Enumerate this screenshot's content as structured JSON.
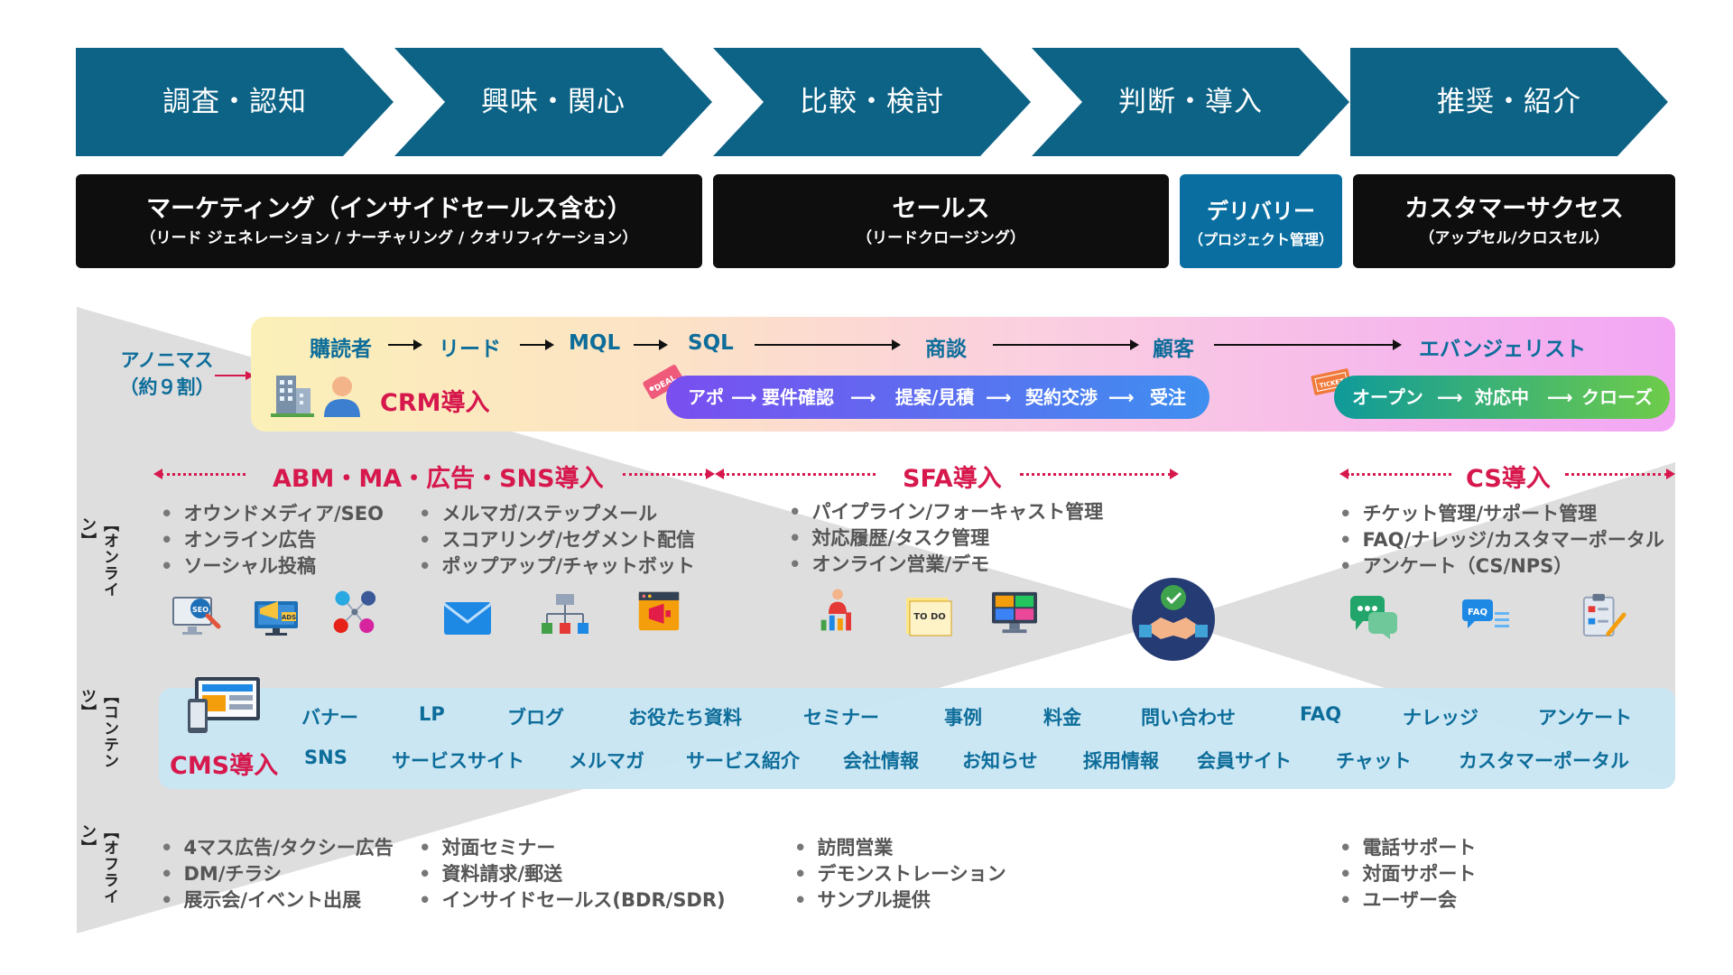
{
  "stages": [
    "調査・認知",
    "興味・関心",
    "比較・検討",
    "判断・導入",
    "推奨・紹介"
  ],
  "phases": [
    {
      "title": "マーケティング（インサイドセールス含む）",
      "sub": "（リード ジェネレーション / ナーチャリング / クオリフィケーション）"
    },
    {
      "title": "セールス",
      "sub": "（リードクロージング）"
    },
    {
      "title": "デリバリー",
      "sub": "（プロジェクト管理）"
    },
    {
      "title": "カスタマーサクセス",
      "sub": "（アップセル/クロスセル）"
    }
  ],
  "anonymous": {
    "line1": "アノニマス",
    "line2": "（約９割）"
  },
  "crm": {
    "title": "CRM導入",
    "flow": [
      "購読者",
      "リード",
      "MQL",
      "SQL",
      "商談",
      "顧客",
      "エバンジェリスト"
    ],
    "deal_tag": "DEAL",
    "ticket_tag": "TICKET",
    "sales_steps": [
      "アポ",
      "要件確認",
      "提案/見積",
      "契約交渉",
      "受注"
    ],
    "cs_steps": [
      "オープン",
      "対応中",
      "クローズ"
    ]
  },
  "sections": {
    "abm": "ABM・MA・広告・SNS導入",
    "sfa": "SFA導入",
    "cs": "CS導入"
  },
  "side_labels": {
    "online": "【オンライン】",
    "contents": "【コンテンツ】",
    "offline": "【オフライン】"
  },
  "online": {
    "col1": [
      "オウンドメディア/SEO",
      "オンライン広告",
      "ソーシャル投稿"
    ],
    "col2": [
      "メルマガ/ステップメール",
      "スコアリング/セグメント配信",
      "ポップアップ/チャットボット"
    ],
    "col3": [
      "パイプライン/フォーキャスト管理",
      "対応履歴/タスク管理",
      "オンライン営業/デモ"
    ],
    "col4": [
      "チケット管理/サポート管理",
      "FAQ/ナレッジ/カスタマーポータル",
      "アンケート（CS/NPS）"
    ]
  },
  "icons": {
    "seo_label": "SEO",
    "ads_label": "ADS",
    "todo_label": "TO DO",
    "faq_label": "FAQ"
  },
  "cms": {
    "title": "CMS導入",
    "row1": [
      "バナー",
      "LP",
      "ブログ",
      "お役たち資料",
      "セミナー",
      "事例",
      "料金",
      "問い合わせ",
      "FAQ",
      "ナレッジ",
      "アンケート"
    ],
    "row2": [
      "SNS",
      "サービスサイト",
      "メルマガ",
      "サービス紹介",
      "会社情報",
      "お知らせ",
      "採用情報",
      "会員サイト",
      "チャット",
      "カスタマーポータル"
    ]
  },
  "offline": {
    "col1": [
      "4マス広告/タクシー広告",
      "DM/チラシ",
      "展示会/イベント出展"
    ],
    "col2": [
      "対面セミナー",
      "資料請求/郵送",
      "インサイドセールス(BDR/SDR)"
    ],
    "col3": [
      "訪問営業",
      "デモンストレーション",
      "サンプル提供"
    ],
    "col4": [
      "電話サポート",
      "対面サポート",
      "ユーザー会"
    ]
  },
  "colors": {
    "stage": "#0d6386",
    "accent": "#d6184d",
    "flow_text": "#0d6d9a",
    "funnel": "#dedede"
  }
}
